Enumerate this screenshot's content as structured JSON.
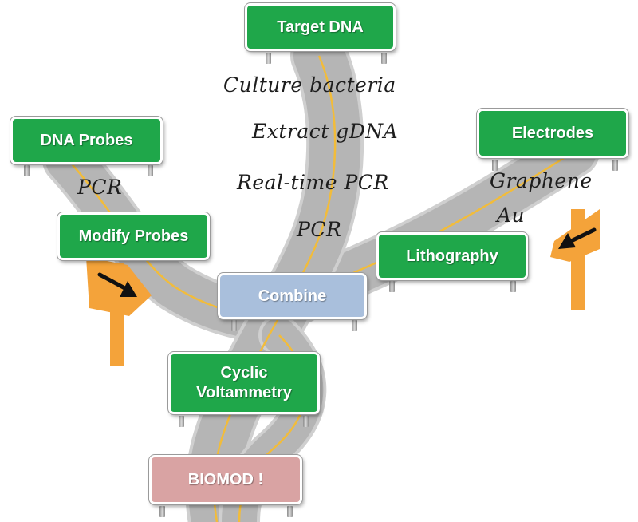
{
  "colors": {
    "road": "#b5b5b5",
    "road_edge": "#cfcfcf",
    "lane": "#f2bc3a",
    "sign_green": "#1fa74a",
    "sign_blue": "#a9bfdc",
    "sign_red": "#d9a3a3",
    "arrow_board": "#f4a33a"
  },
  "signs": {
    "target_dna": "Target DNA",
    "dna_probes": "DNA Probes",
    "electrodes": "Electrodes",
    "modify_probes": "Modify Probes",
    "lithography": "Lithography",
    "combine": "Combine",
    "cyclic_voltammetry": "Cyclic\nVoltammetry",
    "biomod": "BIOMOD !"
  },
  "notes": {
    "culture_bacteria": "Culture bacteria",
    "extract_gdna": "Extract gDNA",
    "realtime_pcr": "Real-time PCR",
    "pcr_center": "PCR",
    "pcr_left": "PCR",
    "graphene": "Graphene",
    "au": "Au"
  },
  "icons": [
    "direction-arrow-icon"
  ]
}
